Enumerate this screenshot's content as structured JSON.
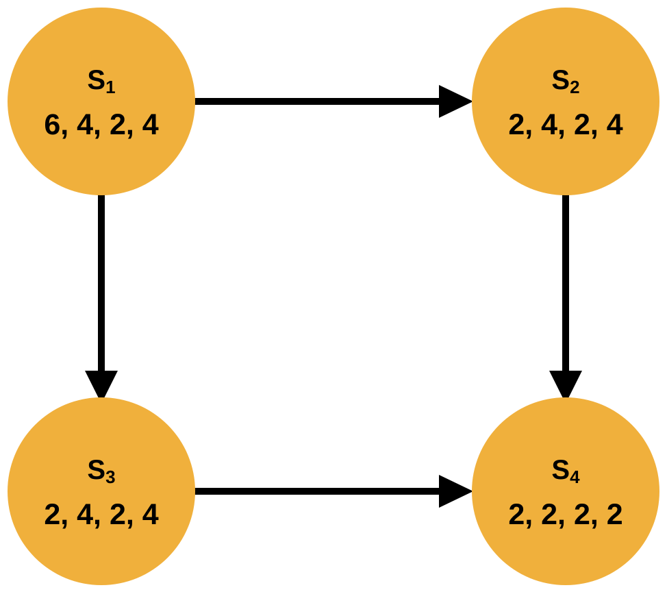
{
  "colors": {
    "node_fill": "#F0B03C",
    "edge": "#000000",
    "text": "#000000",
    "background": "#FFFFFF"
  },
  "nodes": [
    {
      "id": "s1",
      "name": "S",
      "sub": "1",
      "values": "6, 4, 2, 4"
    },
    {
      "id": "s2",
      "name": "S",
      "sub": "2",
      "values": "2, 4, 2, 4"
    },
    {
      "id": "s3",
      "name": "S",
      "sub": "3",
      "values": "2, 4, 2, 4"
    },
    {
      "id": "s4",
      "name": "S",
      "sub": "4",
      "values": "2, 2, 2, 2"
    }
  ],
  "edges": [
    {
      "from": "s1",
      "to": "s2"
    },
    {
      "from": "s1",
      "to": "s3"
    },
    {
      "from": "s2",
      "to": "s4"
    },
    {
      "from": "s3",
      "to": "s4"
    }
  ]
}
